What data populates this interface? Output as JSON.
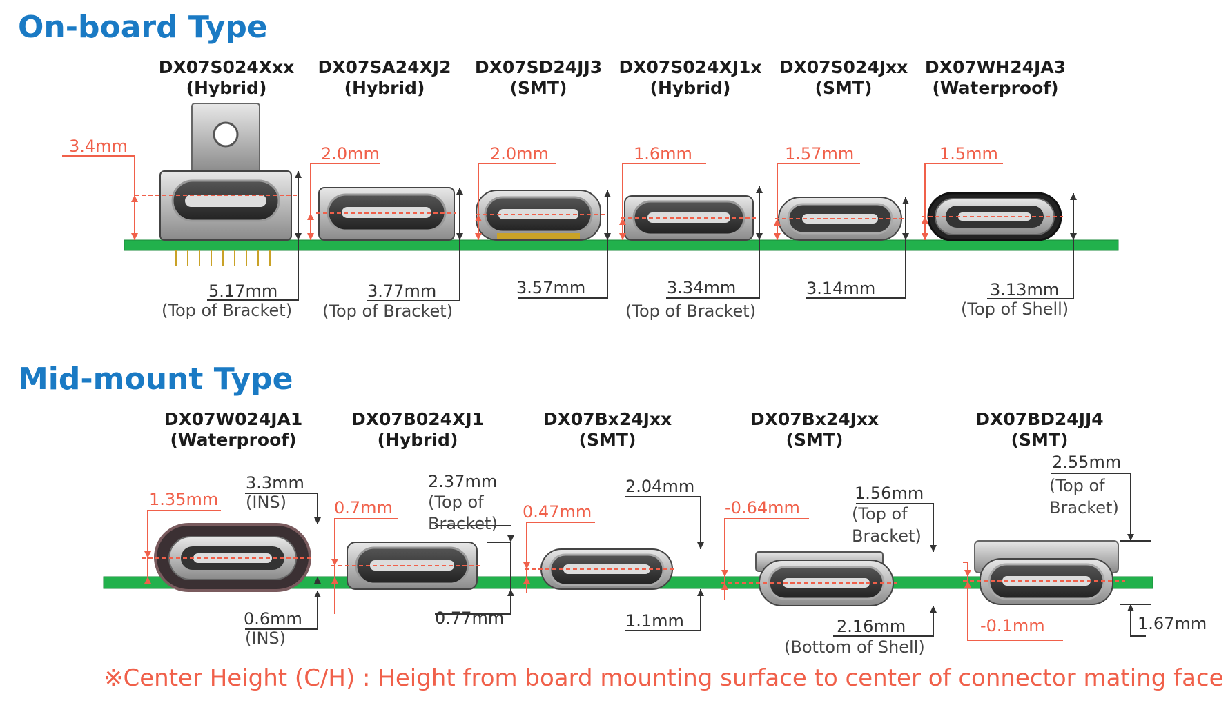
{
  "onboard": {
    "title": "On-board Type",
    "products": [
      {
        "name": "DX07S024Xxx",
        "type": "(Hybrid)",
        "center_height": "3.4mm",
        "height": "5.17mm",
        "height_note": "(Top of Bracket)"
      },
      {
        "name": "DX07SA24XJ2",
        "type": "(Hybrid)",
        "center_height": "2.0mm",
        "height": "3.77mm",
        "height_note": "(Top of Bracket)"
      },
      {
        "name": "DX07SD24JJ3",
        "type": "(SMT)",
        "center_height": "2.0mm",
        "height": "3.57mm",
        "height_note": ""
      },
      {
        "name": "DX07S024XJ1x",
        "type": "(Hybrid)",
        "center_height": "1.6mm",
        "height": "3.34mm",
        "height_note": "(Top of Bracket)"
      },
      {
        "name": "DX07S024Jxx",
        "type": "(SMT)",
        "center_height": "1.57mm",
        "height": "3.14mm",
        "height_note": ""
      },
      {
        "name": "DX07WH24JA3",
        "type": "(Waterproof)",
        "center_height": "1.5mm",
        "height": "3.13mm",
        "height_note": "(Top of Shell)"
      }
    ]
  },
  "midmount": {
    "title": "Mid-mount Type",
    "products": [
      {
        "name": "DX07W024JA1",
        "type": "(Waterproof)",
        "center_height": "1.35mm",
        "top": "3.3mm",
        "top_note": "(INS)",
        "bottom": "0.6mm",
        "bottom_note": "(INS)"
      },
      {
        "name": "DX07B024XJ1",
        "type": "(Hybrid)",
        "center_height": "0.7mm",
        "top": "2.37mm",
        "top_note_1": "(Top of",
        "top_note_2": "Bracket)",
        "bottom": "0.77mm"
      },
      {
        "name": "DX07Bx24Jxx",
        "type": "(SMT)",
        "center_height": "0.47mm",
        "top": "2.04mm",
        "bottom": "1.1mm"
      },
      {
        "name": "DX07Bx24Jxx",
        "type": "(SMT)",
        "center_height": "-0.64mm",
        "top": "1.56mm",
        "top_note_1": "(Top of",
        "top_note_2": "Bracket)",
        "bottom": "2.16mm",
        "bottom_note": "(Bottom of Shell)"
      },
      {
        "name": "DX07BD24JJ4",
        "type": "(SMT)",
        "center_height": "-0.1mm",
        "top": "2.55mm",
        "top_note_1": "(Top of",
        "top_note_2": "Bracket)",
        "bottom": "1.67mm"
      }
    ]
  },
  "footnote": "※Center Height (C/H) :  Height from board mounting surface to center of connector mating face",
  "colors": {
    "title": "#1a7ac4",
    "accent_red": "#f0604a",
    "board_green": "#22b14c",
    "dim_line": "#333333"
  }
}
